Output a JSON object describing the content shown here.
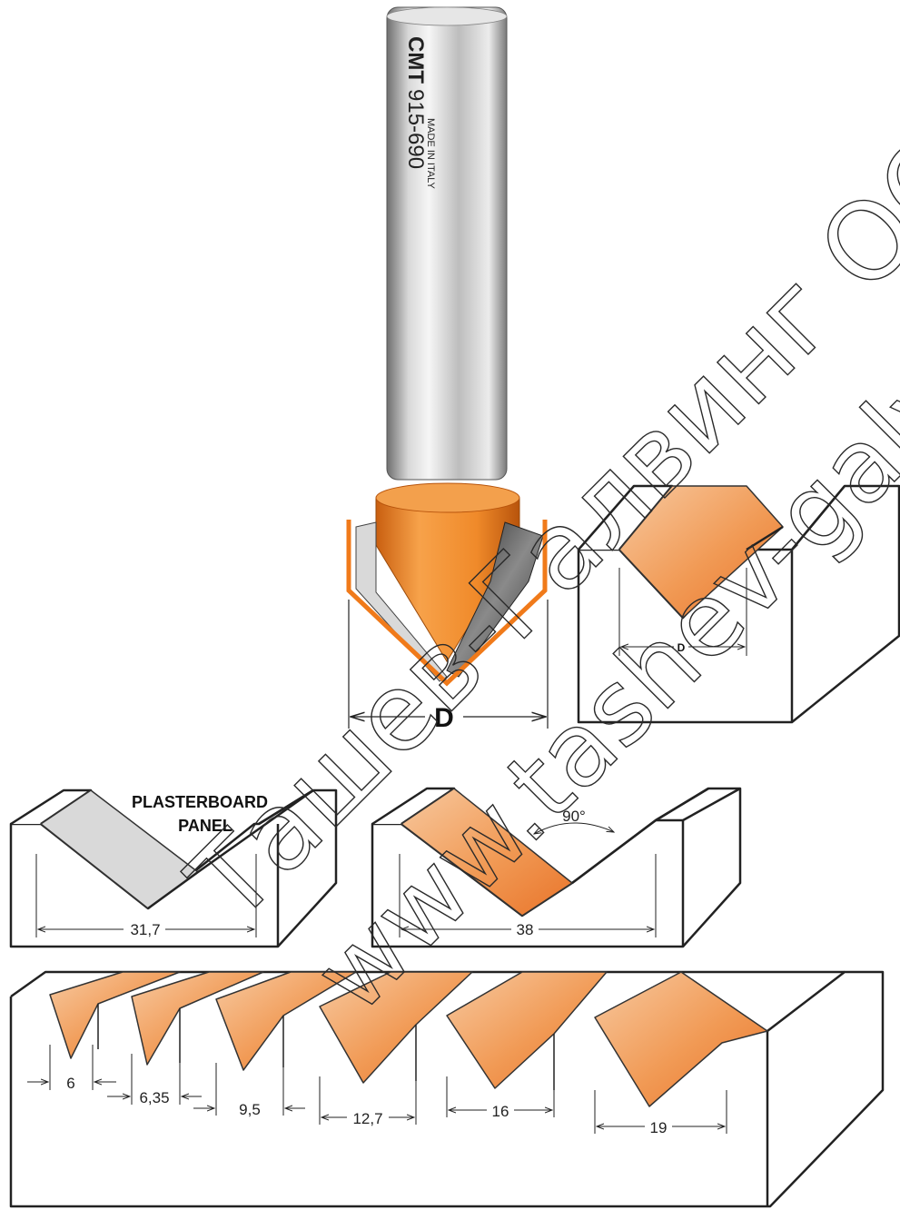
{
  "bit": {
    "shank_marking_brand": "CMT",
    "shank_marking_code": "915-690",
    "shank_marking_origin": "MADE IN ITALY",
    "diameter_label": "D"
  },
  "diagram_top_right": {
    "diameter_label": "D"
  },
  "diagram_plasterboard": {
    "title_line1": "PLASTERBOARD",
    "title_line2": "PANEL",
    "width_label": "31,7"
  },
  "diagram_angle": {
    "angle_label": "90°",
    "width_label": "38"
  },
  "groove_sizes": [
    "6",
    "6,35",
    "9,5",
    "12,7",
    "16",
    "19"
  ],
  "watermark": {
    "line1": "Ташев-Галвинг ООД",
    "line2": "www.tashev-galving.com"
  },
  "colors": {
    "accent_orange": "#f08a2a",
    "outline": "#222222",
    "shank_steel": "#cfcfcf",
    "panel_grey": "#d9d9d9"
  }
}
